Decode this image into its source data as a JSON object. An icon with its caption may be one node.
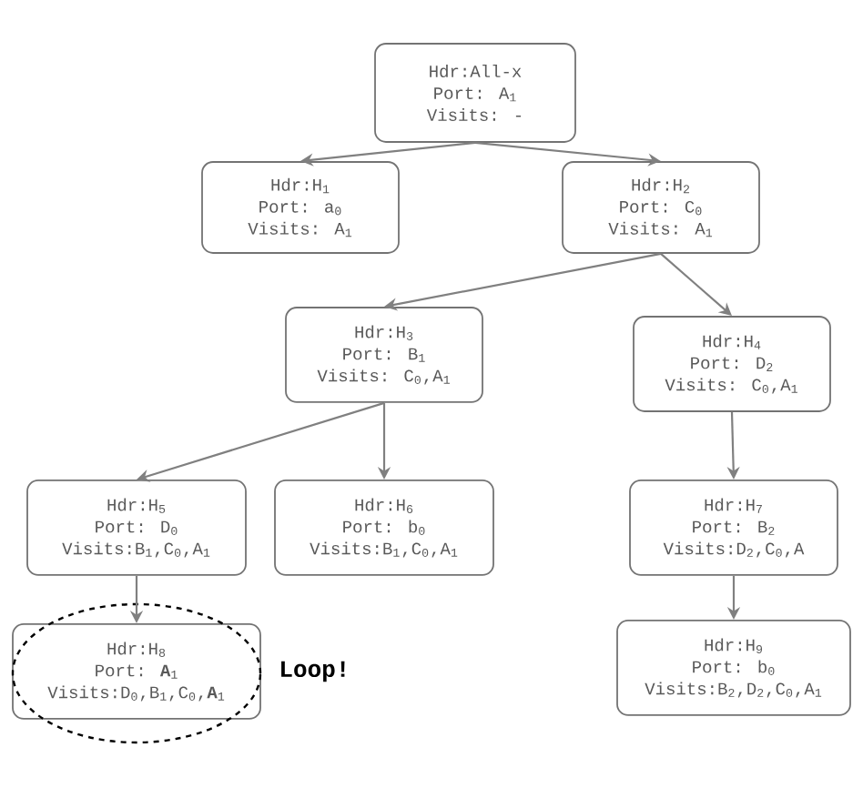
{
  "diagram": {
    "nodes": [
      {
        "text": [
          "Hdr:All-x",
          "Port: A$_{1}$",
          "Visits: -"
        ]
      },
      {
        "text": [
          "Hdr:H$_{1}$",
          "Port: a$_{0}$",
          "Visits: A$_{1}$"
        ]
      },
      {
        "text": [
          "Hdr:H$_{2}$",
          "Port: C$_{0}$",
          "Visits: A$_{1}$"
        ]
      },
      {
        "text": [
          "Hdr:H$_{3}$",
          "Port: B$_{1}$",
          "Visits: C$_{0}$,A$_{1}$"
        ]
      },
      {
        "text": [
          "Hdr:H$_{4}$",
          "Port: D$_{2}$",
          "Visits: C$_{0}$,A$_{1}$"
        ]
      },
      {
        "text": [
          "Hdr:H$_{5}$",
          "Port: D$_{0}$",
          "Visits:B$_{1}$,C$_{0}$,A$_{1}$"
        ]
      },
      {
        "text": [
          "Hdr:H$_{6}$",
          "Port: b$_{0}$",
          "Visits:B$_{1}$,C$_{0}$,A$_{1}$"
        ]
      },
      {
        "text": [
          "Hdr:H$_{7}$",
          "Port: B$_{2}$",
          "Visits:D$_{2}$,C$_{0}$,A"
        ]
      },
      {
        "text": [
          "Hdr:H$_{8}$",
          "Port: **A**$_{1}$",
          "Visits:D$_{0}$,B$_{1}$,C$_{0}$,**A**$_{1}$"
        ],
        "beside": [
          "Loop!"
        ]
      },
      {
        "text": [
          "Hdr:H$_{9}$",
          "Port: b$_{0}$",
          "Visits:B$_{2}$,D$_{2}$,C$_{0}$,A$_{1}$"
        ]
      }
    ],
    "edges": [
      {
        "from": 0,
        "to": 1,
        "arrow": "to"
      },
      {
        "from": 0,
        "to": 2,
        "arrow": "to"
      },
      {
        "from": 2,
        "to": 3,
        "arrow": "to"
      },
      {
        "from": 2,
        "to": 4,
        "arrow": "to"
      },
      {
        "from": 3,
        "to": 5,
        "arrow": "to"
      },
      {
        "from": 3,
        "to": 6,
        "arrow": "to"
      },
      {
        "from": 4,
        "to": 7,
        "arrow": "to"
      },
      {
        "from": 5,
        "to": 8,
        "arrow": "to"
      },
      {
        "from": 7,
        "to": 9,
        "arrow": "to"
      }
    ]
  }
}
